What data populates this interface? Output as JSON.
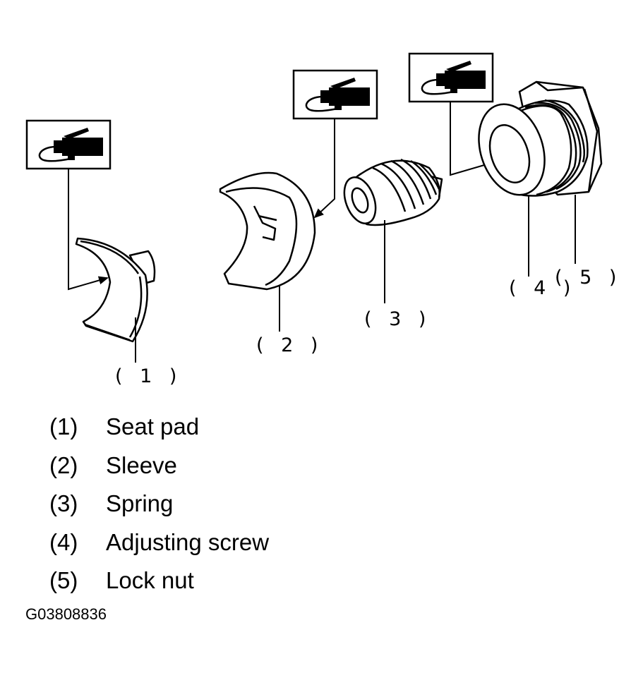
{
  "diagram": {
    "callouts": [
      "( 1 )",
      "( 2 )",
      "( 3 )",
      "( 4 )",
      "( 5 )"
    ],
    "symbol_icon": "grease-gun-icon"
  },
  "legend": {
    "items": [
      {
        "number": "(1)",
        "name": "Seat pad"
      },
      {
        "number": "(2)",
        "name": "Sleeve"
      },
      {
        "number": "(3)",
        "name": "Spring"
      },
      {
        "number": "(4)",
        "name": "Adjusting screw"
      },
      {
        "number": "(5)",
        "name": "Lock nut"
      }
    ]
  },
  "figure_code": "G03808836"
}
